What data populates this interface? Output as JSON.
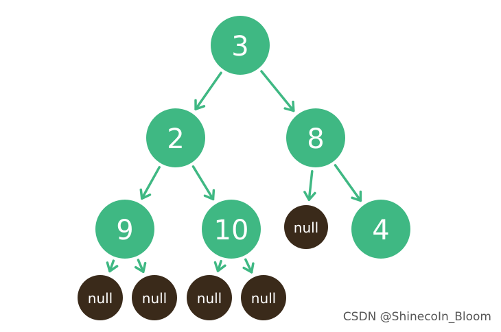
{
  "colors": {
    "value_node": "#3fb883",
    "null_node": "#3a2a1a",
    "edge": "#3fb883",
    "label": "#ffffff"
  },
  "tree": {
    "nodes": [
      {
        "id": "n3",
        "label": "3",
        "kind": "value"
      },
      {
        "id": "n2",
        "label": "2",
        "kind": "value"
      },
      {
        "id": "n8",
        "label": "8",
        "kind": "value"
      },
      {
        "id": "n9",
        "label": "9",
        "kind": "value"
      },
      {
        "id": "n10",
        "label": "10",
        "kind": "value"
      },
      {
        "id": "n8_left_null",
        "label": "null",
        "kind": "null"
      },
      {
        "id": "n4",
        "label": "4",
        "kind": "value"
      },
      {
        "id": "n9_left_null",
        "label": "null",
        "kind": "null"
      },
      {
        "id": "n9_right_null",
        "label": "null",
        "kind": "null"
      },
      {
        "id": "n10_left_null",
        "label": "null",
        "kind": "null"
      },
      {
        "id": "n10_right_null",
        "label": "null",
        "kind": "null"
      }
    ],
    "edges": [
      {
        "from": "n3",
        "to": "n2"
      },
      {
        "from": "n3",
        "to": "n8"
      },
      {
        "from": "n2",
        "to": "n9"
      },
      {
        "from": "n2",
        "to": "n10"
      },
      {
        "from": "n8",
        "to": "n8_left_null"
      },
      {
        "from": "n8",
        "to": "n4"
      },
      {
        "from": "n9",
        "to": "n9_left_null"
      },
      {
        "from": "n9",
        "to": "n9_right_null"
      },
      {
        "from": "n10",
        "to": "n10_left_null"
      },
      {
        "from": "n10",
        "to": "n10_right_null"
      }
    ]
  },
  "watermark": {
    "text": "CSDN @ShinecoIn_Bloom"
  }
}
